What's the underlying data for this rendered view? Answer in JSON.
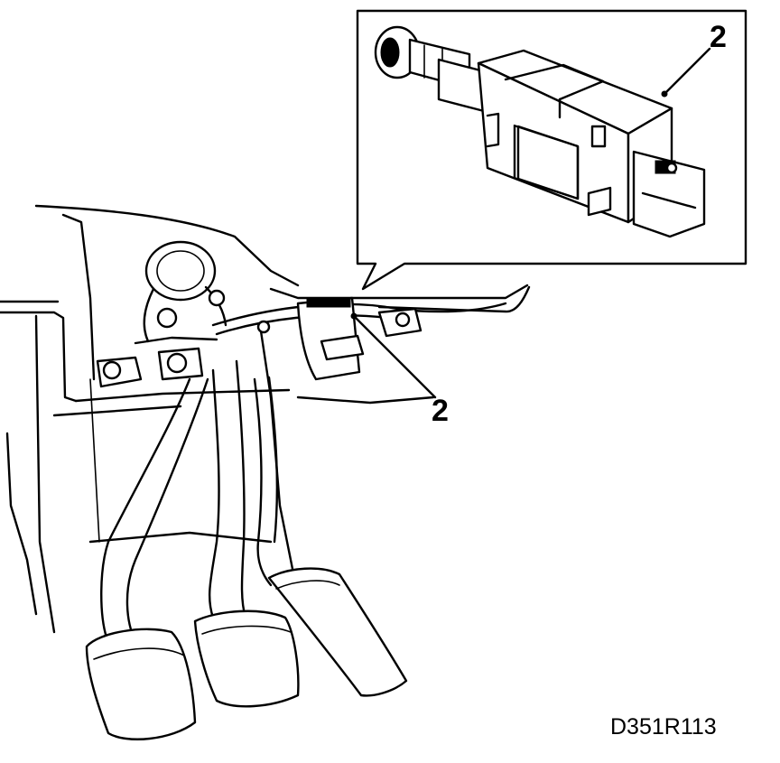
{
  "figure": {
    "code": "D351R113"
  },
  "callouts": [
    {
      "label": "2",
      "target": "brake-light-switch-detail"
    },
    {
      "label": "2",
      "target": "brake-light-switch-installed"
    }
  ]
}
